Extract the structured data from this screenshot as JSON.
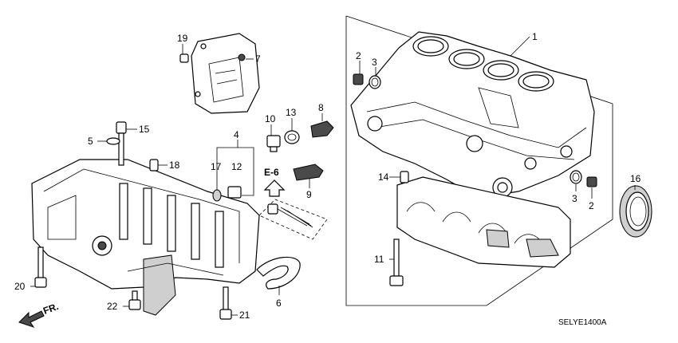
{
  "diagram": {
    "diagram_code": "SELYE1400A",
    "reference_label": "E-6",
    "direction_label": "FR.",
    "callouts": [
      "1",
      "2",
      "3",
      "2",
      "3",
      "4",
      "5",
      "6",
      "7",
      "8",
      "9",
      "10",
      "11",
      "12",
      "13",
      "14",
      "15",
      "16",
      "17",
      "18",
      "19",
      "20",
      "21",
      "22"
    ]
  }
}
